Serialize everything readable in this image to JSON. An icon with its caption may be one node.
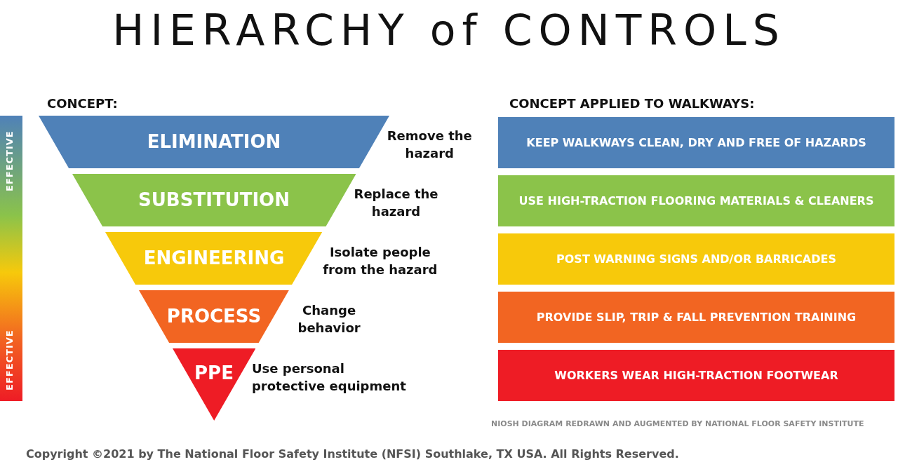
{
  "diagram": {
    "title": "HIERARCHY of CONTROLS",
    "nodes": [
      {
        "text": [
          "ELIMINATION"
        ],
        "beside": [
          "Remove the hazard"
        ]
      },
      {
        "text": [
          "SUBSTITUTION"
        ],
        "beside": [
          "Replace the hazard"
        ]
      },
      {
        "text": [
          "ENGINEERING"
        ],
        "beside": [
          "Isolate people from the hazard"
        ]
      },
      {
        "text": [
          "PROCESS"
        ],
        "beside": [
          "Change behavior"
        ]
      },
      {
        "text": [
          "PPE"
        ],
        "beside": [
          "Use personal protective equipment"
        ]
      },
      {
        "text": [
          "KEEP WALKWAYS CLEAN, DRY AND FREE OF HAZARDS"
        ]
      },
      {
        "text": [
          "USE HIGH-TRACTION FLOORING MATERIALS & CLEANERS"
        ]
      },
      {
        "text": [
          "POST WARNING SIGNS AND/OR BARRICADES"
        ]
      },
      {
        "text": [
          "PROVIDE SLIP, TRIP & FALL PREVENTION TRAINING"
        ]
      },
      {
        "text": [
          "WORKERS WEAR HIGH-TRACTION FOOTWEAR"
        ]
      }
    ],
    "labels": [
      "CONCEPT:",
      "CONCEPT APPLIED TO WALKWAYS:",
      "EFFECTIVE",
      "EFFECTIVE",
      "NIOSH DIAGRAM REDRAWN AND AUGMENTED BY NATIONAL FLOOR SAFETY INSTITUTE",
      "Copyright ©2021 by The National Floor Safety Institute (NFSI) Southlake, TX USA. All Rights Reserved."
    ]
  }
}
